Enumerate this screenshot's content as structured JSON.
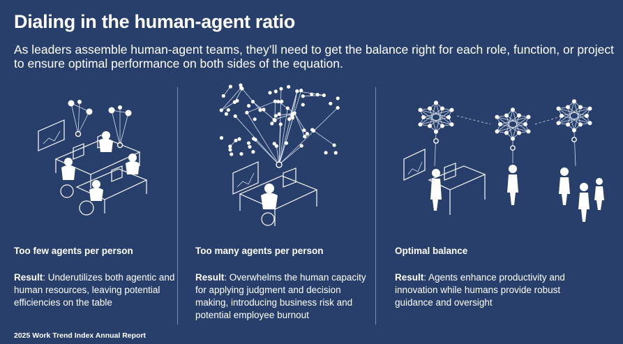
{
  "header": {
    "title": "Dialing in the human-agent ratio",
    "subtitle": "As leaders assemble human-agent teams, they’ll need to get the balance right for each role, function, or project to ensure optimal performance on both sides of the equation."
  },
  "columns": [
    {
      "heading": "Too few agents per person",
      "result_label": "Result",
      "result_text": ": Underutilizes both agentic and human resources, leaving potential efficiencies on the table"
    },
    {
      "heading": "Too many agents per person",
      "result_label": "Result",
      "result_text": ": Overwhelms the human capacity for applying judgment and decision making, introducing business risk and potential employee burnout"
    },
    {
      "heading": "Optimal balance",
      "result_label": "Result",
      "result_text": ": Agents enhance productivity and innovation while humans provide robust guidance and oversight"
    }
  ],
  "footer": {
    "source": "2025 Work Trend Index Annual Report"
  },
  "colors": {
    "background": "#273f6a",
    "text": "#ffffff",
    "divider": "#8fa2c4"
  }
}
